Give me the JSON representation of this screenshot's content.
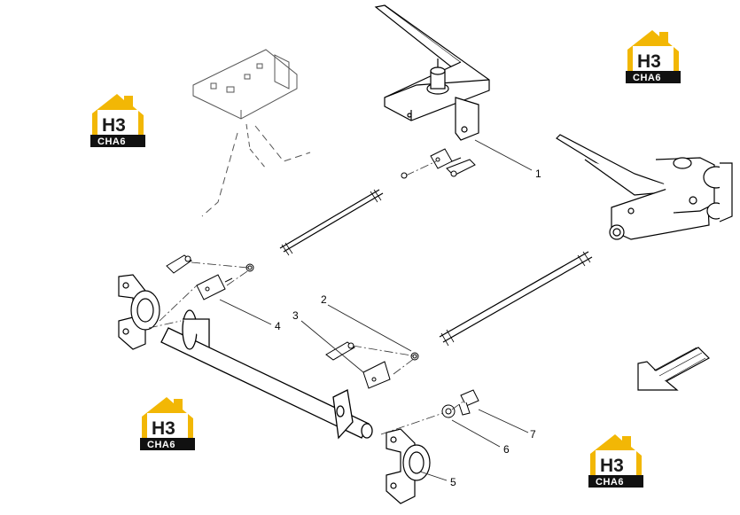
{
  "diagram": {
    "callouts": [
      {
        "id": "1",
        "text": "1"
      },
      {
        "id": "2",
        "text": "2"
      },
      {
        "id": "3",
        "text": "3"
      },
      {
        "id": "4",
        "text": "4"
      },
      {
        "id": "5",
        "text": "5"
      },
      {
        "id": "6",
        "text": "6"
      },
      {
        "id": "7",
        "text": "7"
      }
    ]
  },
  "watermark": {
    "mark": "H3",
    "text": "CHA6",
    "colors": {
      "house": "#f2b705",
      "band": "#111111",
      "mark": "#1a1a1a"
    }
  },
  "colors": {
    "line": "#000000",
    "background": "#ffffff",
    "leader": "#222222"
  }
}
